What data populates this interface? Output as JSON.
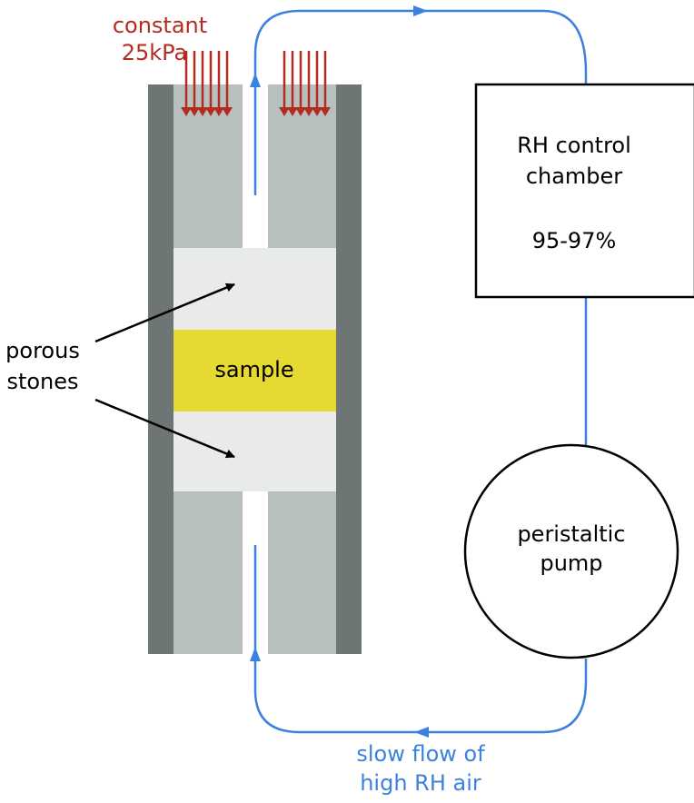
{
  "load_label": {
    "line1": "constant",
    "line2": "25kPa"
  },
  "chamber": {
    "line1": "RH control",
    "line2": "chamber",
    "line3": "95-97%"
  },
  "sample_label": "sample",
  "stones_label": {
    "line1": "porous",
    "line2": "stones"
  },
  "pump": {
    "line1": "peristaltic",
    "line2": "pump"
  },
  "flow_label": {
    "line1": "slow flow of",
    "line2": "high RH air"
  },
  "colors": {
    "load": "#b22d1f",
    "flow": "#3b82e0",
    "cell_wall": "#6d7575",
    "piston": "#b7c0be",
    "stone": "#e9ebea",
    "sample": "#e5d932",
    "outline": "#000000"
  }
}
